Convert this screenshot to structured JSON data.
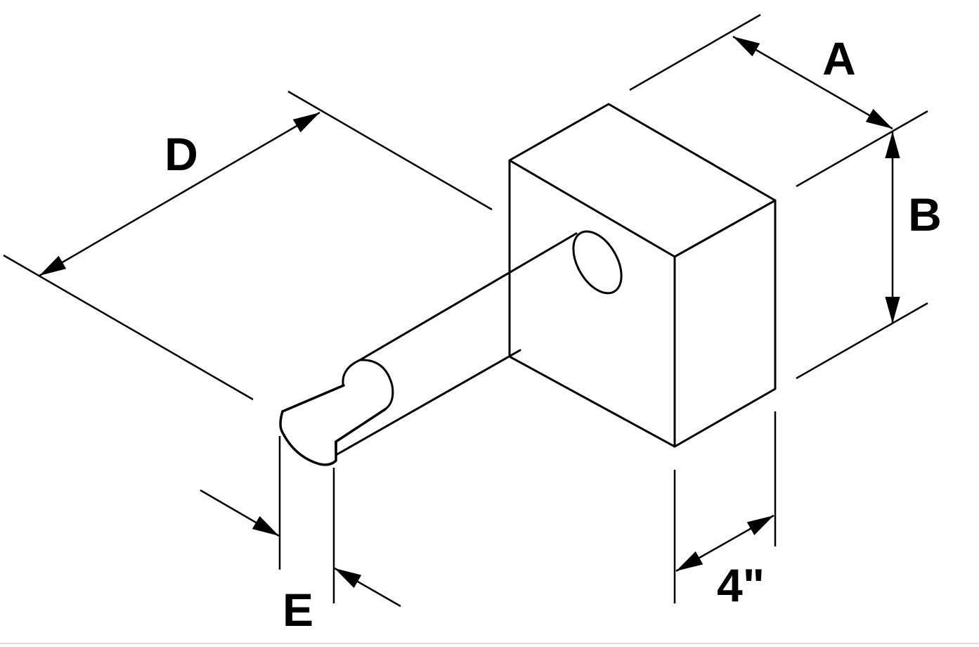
{
  "diagram": {
    "labels": {
      "a": "A",
      "b": "B",
      "d": "D",
      "e": "E",
      "width": "4\""
    },
    "colors": {
      "stroke": "#000000",
      "background": "#ffffff"
    }
  }
}
